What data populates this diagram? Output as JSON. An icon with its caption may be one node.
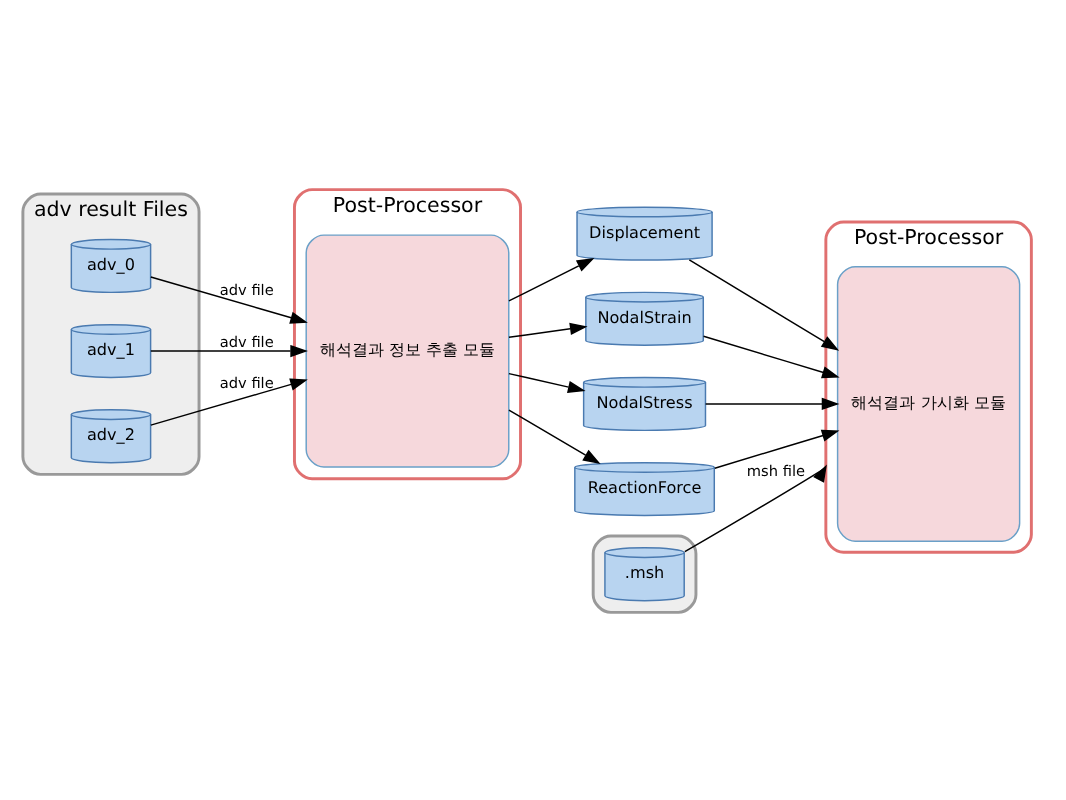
{
  "diagram": {
    "nodes": [
      {
        "text": [
          "adv result Files"
        ]
      },
      {
        "text": [
          "adv_0"
        ],
        "in": 0
      },
      {
        "text": [
          "adv_1"
        ],
        "in": 0
      },
      {
        "text": [
          "adv_2"
        ],
        "in": 0
      },
      {
        "text": [
          "Post-Processor"
        ]
      },
      {
        "text": [
          "해석결과 정보 추출 모듈"
        ],
        "in": 4
      },
      {
        "text": [
          "Displacement"
        ]
      },
      {
        "text": [
          "NodalStrain"
        ]
      },
      {
        "text": [
          "NodalStress"
        ]
      },
      {
        "text": [
          "ReactionForce"
        ]
      },
      {
        "text": [
          "Post-Processor"
        ]
      },
      {
        "text": [
          "해석결과 가시화 모듈"
        ],
        "in": 10
      },
      {
        "text": [],
        "shape": "box"
      },
      {
        "text": [
          ".msh"
        ],
        "in": 12
      }
    ],
    "edges": [
      {
        "from": 1,
        "to": 5,
        "arrow": "to",
        "label": "adv file"
      },
      {
        "from": 2,
        "to": 5,
        "arrow": "to",
        "label": "adv file"
      },
      {
        "from": 3,
        "to": 5,
        "arrow": "to",
        "label": "adv file"
      },
      {
        "from": 5,
        "to": 6,
        "arrow": "to"
      },
      {
        "from": 5,
        "to": 7,
        "arrow": "to"
      },
      {
        "from": 5,
        "to": 8,
        "arrow": "to"
      },
      {
        "from": 5,
        "to": 9,
        "arrow": "to"
      },
      {
        "from": 6,
        "to": 11,
        "arrow": "to"
      },
      {
        "from": 7,
        "to": 11,
        "arrow": "to"
      },
      {
        "from": 8,
        "to": 11,
        "arrow": "to"
      },
      {
        "from": 9,
        "to": 11,
        "arrow": "to"
      },
      {
        "from": 13,
        "to": 10,
        "arrow": "to",
        "label": "msh file"
      }
    ]
  }
}
